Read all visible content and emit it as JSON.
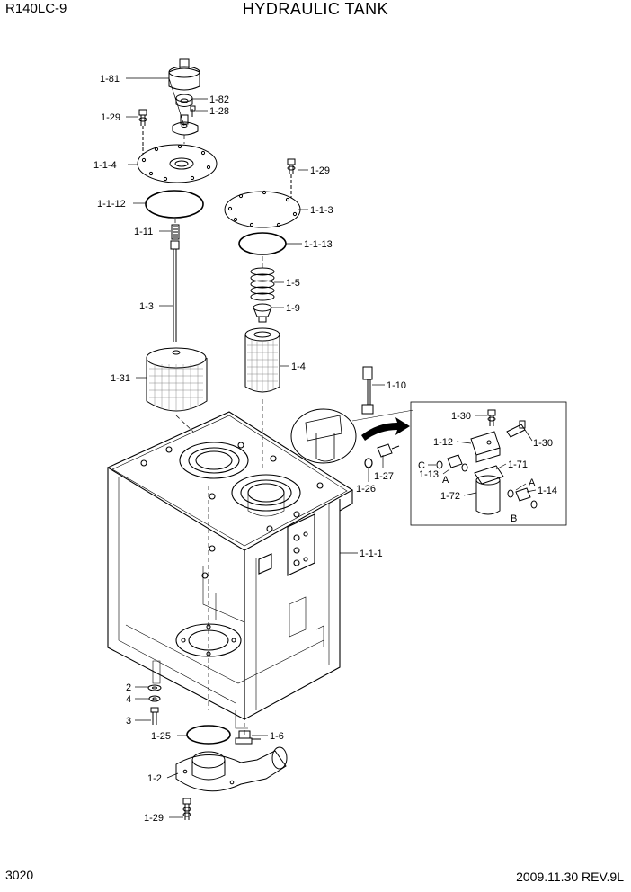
{
  "header": {
    "model": "R140LC-9",
    "title": "HYDRAULIC TANK"
  },
  "footer": {
    "page_number": "3020",
    "date_rev": "2009.11.30  REV.9L"
  },
  "callouts": [
    "1-81",
    "1-82",
    "1-28",
    "1-29",
    "1-1-4",
    "1-1-12",
    "1-11",
    "1-3",
    "1-31",
    "1-29",
    "1-1-3",
    "1-1-13",
    "1-5",
    "1-9",
    "1-4",
    "1-10",
    "1-27",
    "1-26",
    "1-1-1",
    "2",
    "4",
    "3",
    "1-25",
    "1-6",
    "1-2",
    "1-29"
  ],
  "inset": {
    "callouts": [
      "1-30",
      "1-30",
      "1-12",
      "1-71",
      "C",
      "1-13",
      "A",
      "1-72",
      "A",
      "1-14",
      "B"
    ]
  }
}
